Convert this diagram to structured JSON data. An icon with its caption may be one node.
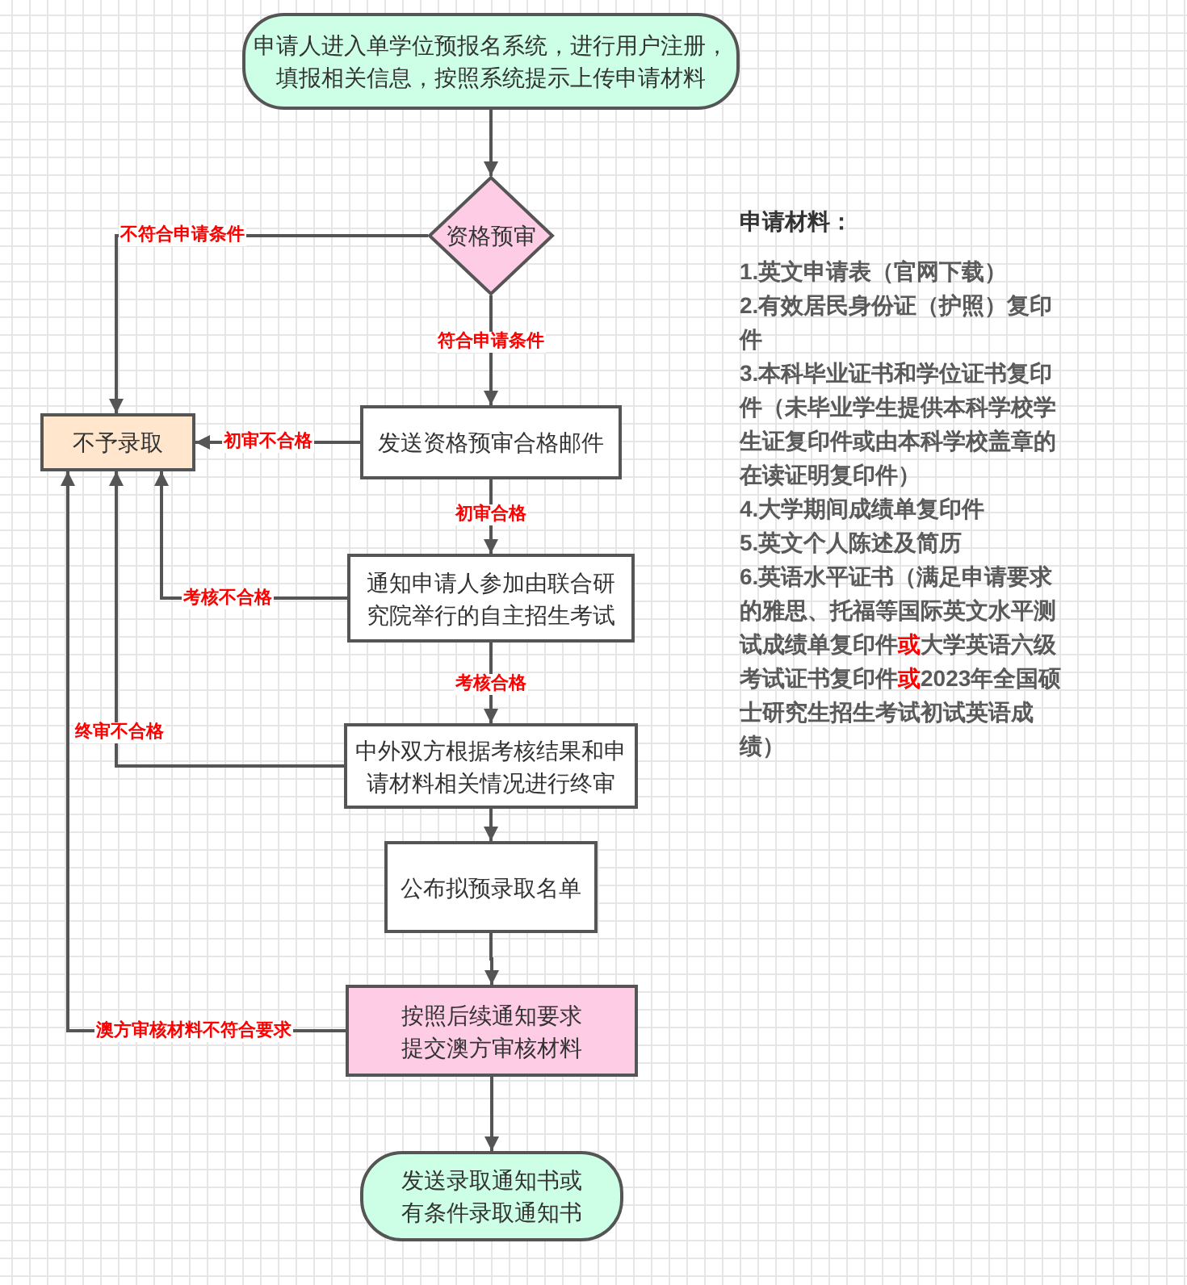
{
  "diagram": {
    "nodes": [
      {
        "text": [
          "申请人进入单学位预报名系统，进行用户注册，填报相关信息，按照系统提示上传申请材料"
        ]
      },
      {
        "text": [
          "资格预审"
        ]
      },
      {
        "text": [
          "不予录取"
        ]
      },
      {
        "text": [
          "发送资格预审合格邮件"
        ]
      },
      {
        "text": [
          "通知申请人参加由联合研究院举行的自主招生考试"
        ]
      },
      {
        "text": [
          "中外双方根据考核结果和申请材料相关情况进行终审"
        ]
      },
      {
        "text": [
          "公布拟预录取名单"
        ]
      },
      {
        "text": [
          "按照后续通知要求提交澳方审核材料"
        ]
      },
      {
        "text": [
          "发送录取通知书或有条件录取通知书"
        ]
      }
    ],
    "edges": [
      {
        "from": 0,
        "to": 1,
        "arrow": "to"
      },
      {
        "from": 1,
        "to": 2,
        "arrow": "to",
        "label": "不符合申请条件"
      },
      {
        "from": 1,
        "to": 3,
        "arrow": "to",
        "label": "符合申请条件"
      },
      {
        "from": 3,
        "to": 2,
        "arrow": "to",
        "label": "初审不合格"
      },
      {
        "from": 3,
        "to": 4,
        "arrow": "to",
        "label": "初审合格"
      },
      {
        "from": 4,
        "to": 2,
        "arrow": "to",
        "label": "考核不合格"
      },
      {
        "from": 4,
        "to": 5,
        "arrow": "to",
        "label": "考核合格"
      },
      {
        "from": 5,
        "to": 2,
        "arrow": "to",
        "label": "终审不合格"
      },
      {
        "from": 5,
        "to": 6,
        "arrow": "to"
      },
      {
        "from": 6,
        "to": 7,
        "arrow": "to"
      },
      {
        "from": 7,
        "to": 2,
        "arrow": "to",
        "label": "澳方审核材料不符合要求"
      },
      {
        "from": 7,
        "to": 8,
        "arrow": "to"
      }
    ],
    "labels": [
      "申请材料：",
      "1.英文申请表（官网下载）",
      "2.有效居民身份证（护照）复印件",
      "3.本科毕业证书和学位证书复印件（未毕业学生提供本科学校学生证复印件或由本科学校盖章的在读证明复印件）",
      "4.大学期间成绩单复印件",
      "5.英文个人陈述及简历",
      "6.英语水平证书（满足申请要求的雅思、托福等国际英文水平测试成绩单复印件**或**大学英语六级考试证书复印件**或**2023年全国硕士研究生招生考试初试英语成绩）"
    ]
  }
}
